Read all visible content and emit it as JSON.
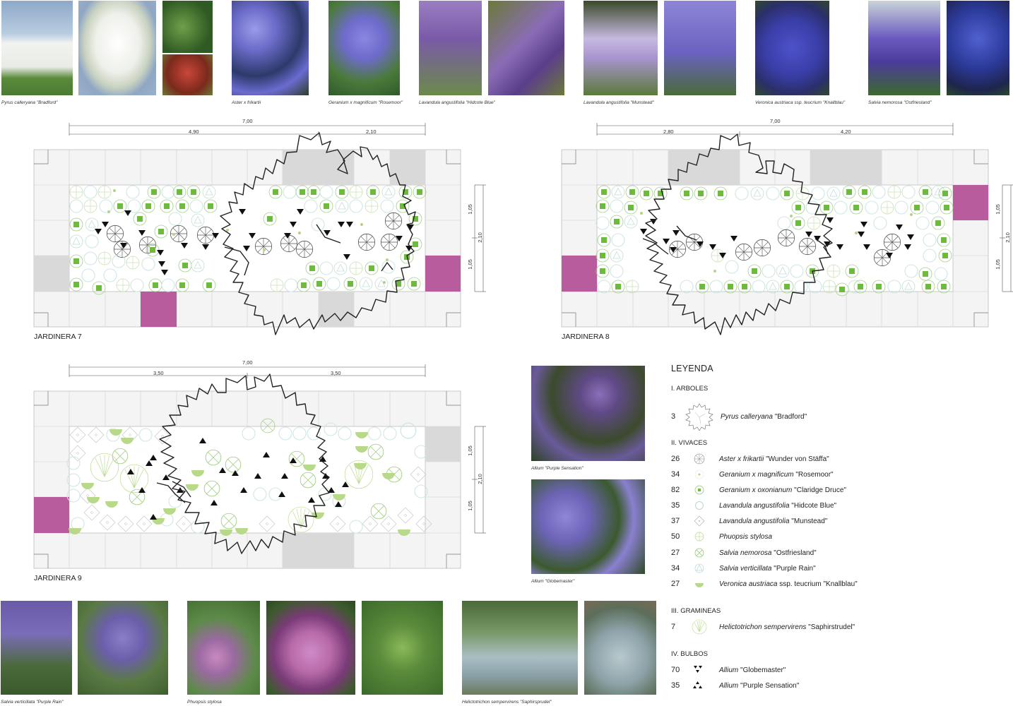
{
  "top_photos": {
    "captions": [
      "Pyrus calleryana \"Bradford\"",
      "Aster x frikartii",
      "Geranium x magnificum \"Rosemoor\"",
      "Lavandula angustifolia \"Hidcote Blue\"",
      "Lavandula angustifolia \"Munstead\"",
      "Veronica austriaca ssp. teucrium \"Knallblau\"",
      "Salvia nemorosa \"Ostfriesland\""
    ]
  },
  "plans": [
    {
      "title": "JARDINERA 7",
      "total": "7,00",
      "dim_a": "4,90",
      "dim_b": "2,10",
      "side_a": "1,05",
      "side_b": "1,05",
      "side_total": "2,10"
    },
    {
      "title": "JARDINERA 8",
      "total": "7,00",
      "dim_a": "2,80",
      "dim_b": "4,20",
      "side_a": "1,05",
      "side_b": "1,05",
      "side_total": "2,10"
    },
    {
      "title": "JARDINERA 9",
      "total": "7,00",
      "dim_a": "3,50",
      "dim_b": "3,50",
      "side_a": "1,05",
      "side_b": "1,05",
      "side_total": "2,10"
    }
  ],
  "mid_photos": {
    "captions": [
      "Allium \"Purple Sensation\"",
      "Allium \"Globemaster\""
    ]
  },
  "bottom_photos": {
    "captions": [
      "Salvia verticillata \"Purple Rain\"",
      "Phuopsis stylosa",
      "Helictotrichon sempervirens \"Saphirsprudel\""
    ]
  },
  "legend": {
    "title": "LEYENDA",
    "sections": [
      {
        "heading": "I. ARBOLES",
        "items": [
          {
            "count": "3",
            "name_italic": "Pyrus calleryana",
            "name_rest": " \"Bradford\"",
            "symbol": "tree-icon"
          }
        ]
      },
      {
        "heading": "II. VIVACES",
        "items": [
          {
            "count": "26",
            "name_italic": "Aster x frikartii",
            "name_rest": " \"Wunder von Stäffa\"",
            "symbol": "aster-icon"
          },
          {
            "count": "34",
            "name_italic": "Geranium x magnificum",
            "name_rest": " \"Rosemoor\"",
            "symbol": "geranium-rosemoor-icon"
          },
          {
            "count": "82",
            "name_italic": "Geranium x oxonianum",
            "name_rest": " \"Claridge Druce\"",
            "symbol": "geranium-claridge-icon"
          },
          {
            "count": "35",
            "name_italic": "Lavandula angustifolia",
            "name_rest": " \"Hidcote Blue\"",
            "symbol": "lavandula-hidcote-icon"
          },
          {
            "count": "37",
            "name_italic": "Lavandula angustifolia",
            "name_rest": " \"Munstead\"",
            "symbol": "lavandula-munstead-icon"
          },
          {
            "count": "50",
            "name_italic": "Phuopsis stylosa",
            "name_rest": "",
            "symbol": "phuopsis-icon"
          },
          {
            "count": "27",
            "name_italic": "Salvia nemorosa",
            "name_rest": " \"Ostfriesland\"",
            "symbol": "salvia-nemorosa-icon"
          },
          {
            "count": "34",
            "name_italic": "Salvia verticillata",
            "name_rest": " \"Purple Rain\"",
            "symbol": "salvia-verticillata-icon"
          },
          {
            "count": "27",
            "name_italic": "Veronica austriaca",
            "name_rest": " ssp. teucrium \"Knallblau\"",
            "symbol": "veronica-icon"
          }
        ]
      },
      {
        "heading": "III. GRAMINEAS",
        "items": [
          {
            "count": "7",
            "name_italic": "Helictotrichon sempervirens",
            "name_rest": " \"Saphirstrudel\"",
            "symbol": "helictotrichon-icon"
          }
        ]
      },
      {
        "heading": "IV. BULBOS",
        "items": [
          {
            "count": "70",
            "name_italic": "Allium",
            "name_rest": " \"Globemaster\"",
            "symbol": "allium-globemaster-icon"
          },
          {
            "count": "35",
            "name_italic": "Allium",
            "name_rest": " \"Purple Sensation\"",
            "symbol": "allium-purple-icon"
          }
        ]
      }
    ]
  },
  "colors": {
    "plant_green": "#7cbf4a",
    "planter_magenta": "#b85c9e",
    "paving_grey": "#d9d9d9",
    "veronica_green": "#b9d98a"
  }
}
